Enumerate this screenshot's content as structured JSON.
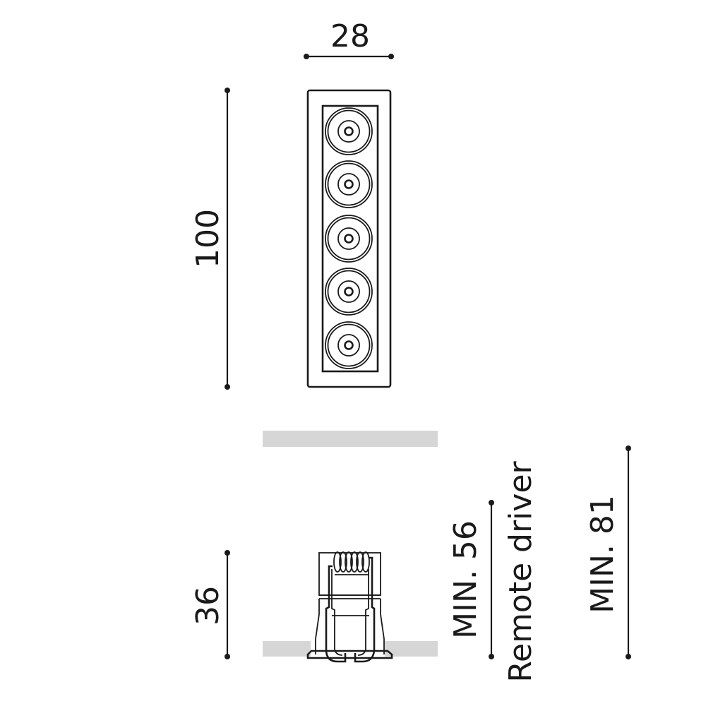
{
  "drawing": {
    "type": "technical-dimension-drawing",
    "subject": "5-lens recessed LED linear downlight",
    "units": "mm",
    "colors": {
      "line": "#1a1a1a",
      "ceiling": "#d6d6d6",
      "background": "#ffffff"
    }
  },
  "front_view": {
    "width_label": "28",
    "height_label": "100",
    "lens_count": 5,
    "lens_centers_y": [
      186,
      260,
      339,
      413,
      489
    ]
  },
  "side_view": {
    "height_label": "36",
    "min_clearance_label": "MIN. 56",
    "remote_driver_label": "Remote driver",
    "min_clearance_driver_label": "MIN. 81"
  }
}
